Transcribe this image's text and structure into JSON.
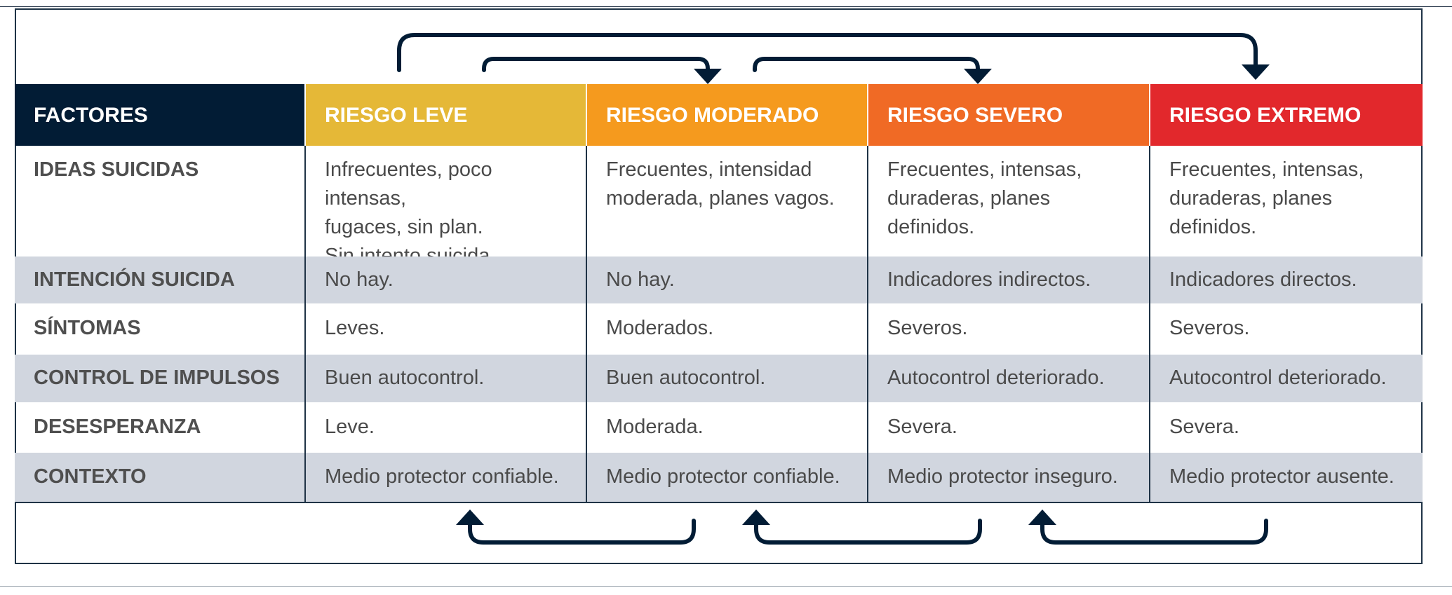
{
  "table": {
    "headers": [
      "FACTORES",
      "RIESGO LEVE",
      "RIESGO MODERADO",
      "RIESGO SEVERO",
      "RIESGO EXTREMO"
    ],
    "header_colors": [
      "#021c35",
      "#e5b837",
      "#f59a1e",
      "#f06a25",
      "#e2282c"
    ],
    "rows": [
      {
        "factor": "IDEAS SUICIDAS",
        "cells": [
          "Infrecuentes, poco intensas,\nfugaces, sin plan.\nSin intento suicida.",
          "Frecuentes, intensidad\nmoderada, planes vagos.",
          "Frecuentes, intensas,\nduraderas, planes definidos.",
          "Frecuentes, intensas,\nduraderas, planes\ndefinidos."
        ]
      },
      {
        "factor": "INTENCIÓN SUICIDA",
        "cells": [
          "No hay.",
          "No hay.",
          "Indicadores indirectos.",
          "Indicadores directos."
        ]
      },
      {
        "factor": "SÍNTOMAS",
        "cells": [
          "Leves.",
          "Moderados.",
          "Severos.",
          "Severos."
        ]
      },
      {
        "factor": "CONTROL DE IMPULSOS",
        "cells": [
          "Buen autocontrol.",
          "Buen autocontrol.",
          "Autocontrol deteriorado.",
          "Autocontrol deteriorado."
        ]
      },
      {
        "factor": "DESESPERANZA",
        "cells": [
          "Leve.",
          "Moderada.",
          "Severa.",
          "Severa."
        ]
      },
      {
        "factor": "CONTEXTO",
        "cells": [
          "Medio protector confiable.",
          "Medio protector confiable.",
          "Medio protector inseguro.",
          "Medio protector ausente."
        ]
      }
    ]
  },
  "arrow_color": "#021c35",
  "shade_color": "#d1d6df"
}
